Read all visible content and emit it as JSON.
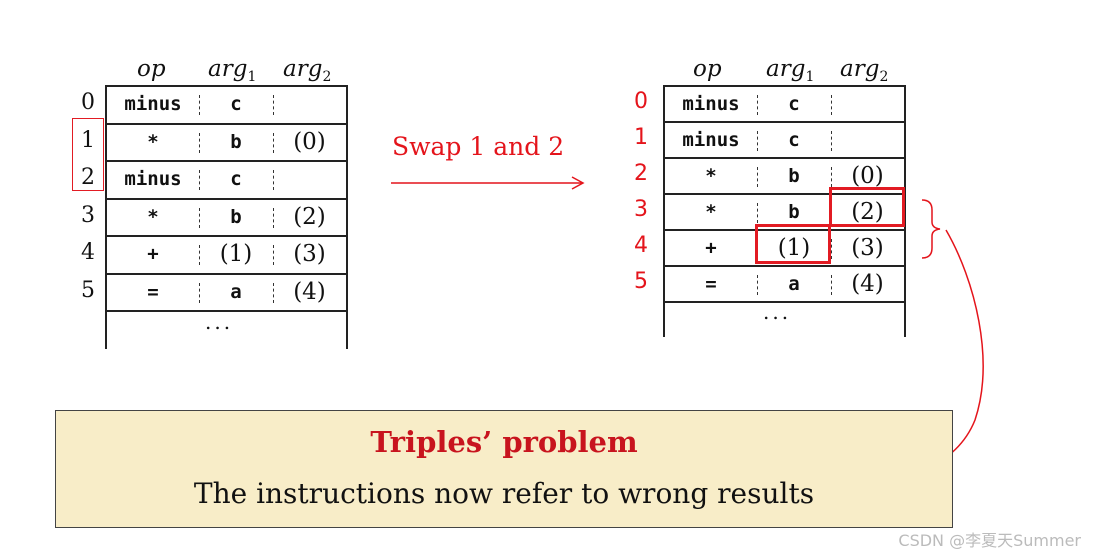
{
  "headers": {
    "op": "op",
    "arg": "arg",
    "sub1": "1",
    "sub2": "2"
  },
  "left_table": {
    "rows": [
      {
        "idx": "0",
        "op": "minus",
        "arg1": "c",
        "arg2": ""
      },
      {
        "idx": "1",
        "op": "*",
        "arg1": "b",
        "arg2": "(0)"
      },
      {
        "idx": "2",
        "op": "minus",
        "arg1": "c",
        "arg2": ""
      },
      {
        "idx": "3",
        "op": "*",
        "arg1": "b",
        "arg2": "(2)"
      },
      {
        "idx": "4",
        "op": "+",
        "arg1": "(1)",
        "arg2": "(3)"
      },
      {
        "idx": "5",
        "op": "=",
        "arg1": "a",
        "arg2": "(4)"
      }
    ],
    "ellipsis": "..."
  },
  "right_table": {
    "rows": [
      {
        "idx": "0",
        "op": "minus",
        "arg1": "c",
        "arg2": ""
      },
      {
        "idx": "1",
        "op": "minus",
        "arg1": "c",
        "arg2": ""
      },
      {
        "idx": "2",
        "op": "*",
        "arg1": "b",
        "arg2": "(0)"
      },
      {
        "idx": "3",
        "op": "*",
        "arg1": "b",
        "arg2": "(2)"
      },
      {
        "idx": "4",
        "op": "+",
        "arg1": "(1)",
        "arg2": "(3)"
      },
      {
        "idx": "5",
        "op": "=",
        "arg1": "a",
        "arg2": "(4)"
      }
    ],
    "ellipsis": "..."
  },
  "swap_label": "Swap 1 and 2",
  "note": {
    "title": "Triples’ problem",
    "body": "The instructions now refer to wrong results"
  },
  "watermark": "CSDN @李夏天Summer",
  "colors": {
    "accent_red": "#e4141b",
    "note_bg": "#f8edc8"
  }
}
